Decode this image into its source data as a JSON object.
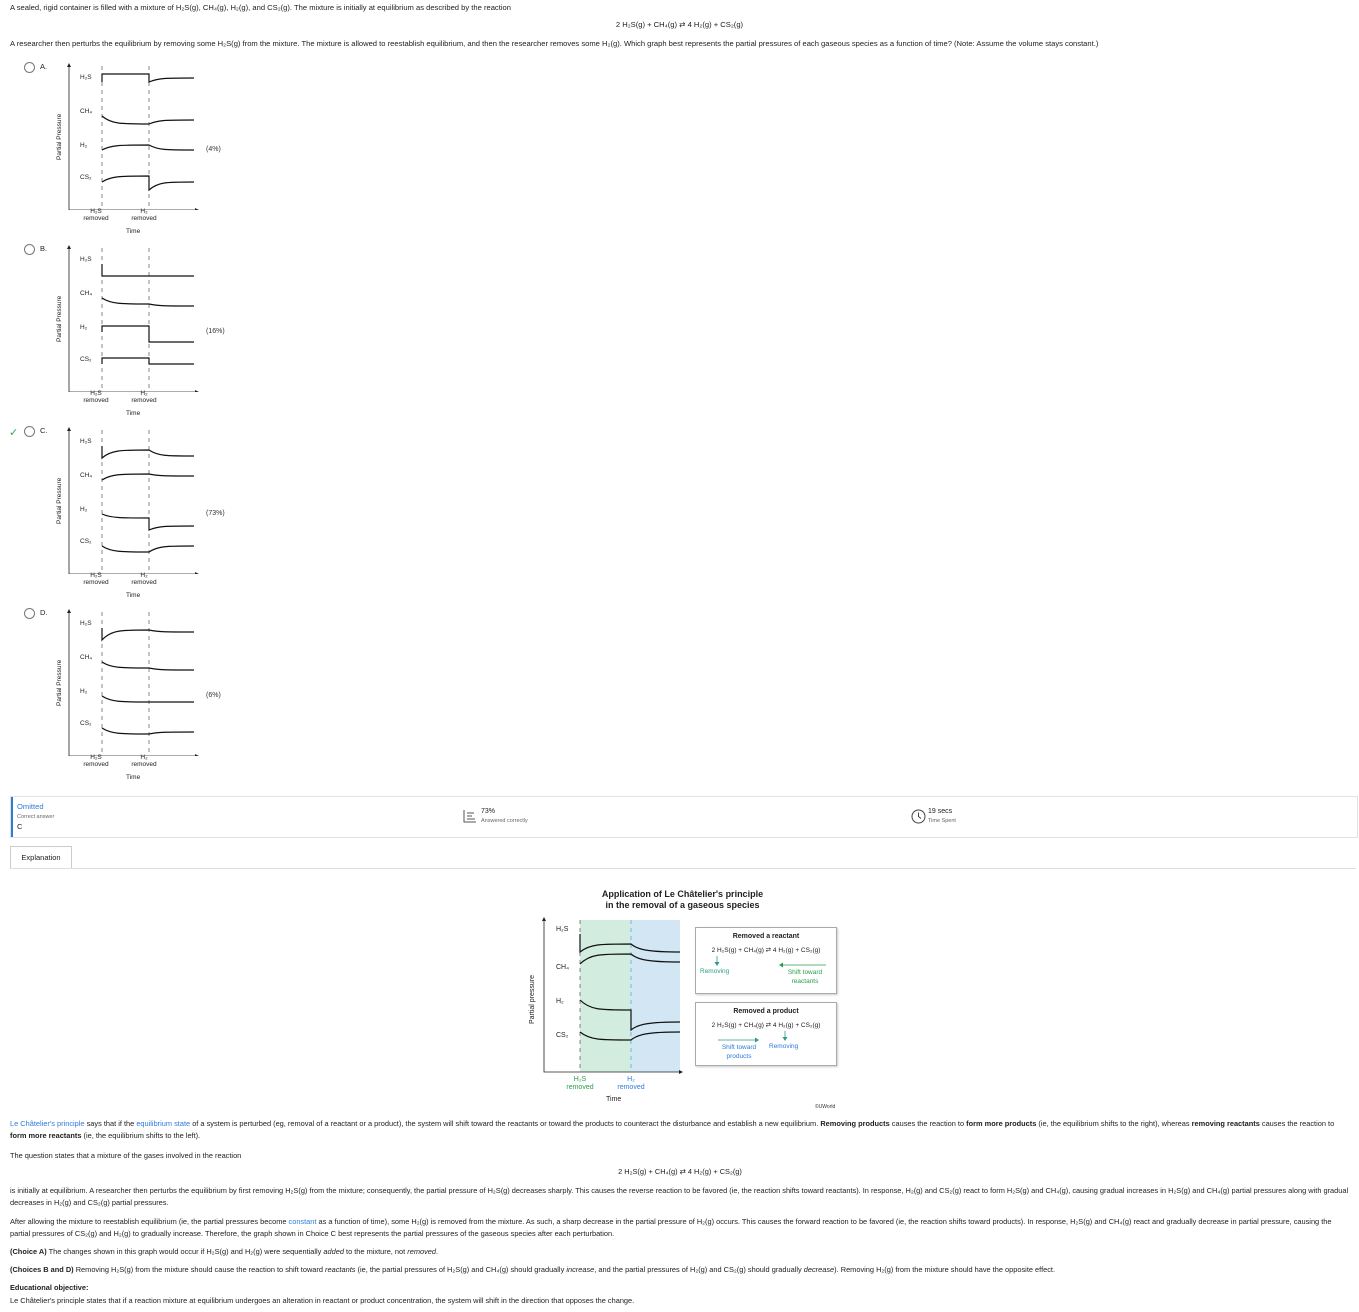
{
  "question": {
    "intro": "A sealed, rigid container is filled with a mixture of H₂S(g), CH₄(g), H₂(g), and CS₂(g).  The mixture is initially at equilibrium as described by the reaction",
    "reaction": "2 H₂S(g) + CH₄(g) ⇄ 4 H₂(g) + CS₂(g)",
    "prompt": "A researcher then perturbs the equilibrium by removing some H₂S(g) from the mixture.  The mixture is allowed to reestablish equilibrium, and then the researcher removes some H₂(g).  Which graph best represents the partial pressures of each gaseous species as a function of time? (Note: Assume the volume stays constant.)"
  },
  "graph_labels": {
    "y_axis": "Partial Pressure",
    "x_axis": "Time",
    "species": [
      "H₂S",
      "CH₄",
      "H₂",
      "CS₂"
    ],
    "event1": [
      "H₂S",
      "removed"
    ],
    "event2": [
      "H₂",
      "removed"
    ]
  },
  "options": [
    {
      "letter": "A.",
      "percent": "(4%)",
      "selected": false,
      "correct": false
    },
    {
      "letter": "B.",
      "percent": "(16%)",
      "selected": false,
      "correct": false
    },
    {
      "letter": "C.",
      "percent": "(73%)",
      "selected": false,
      "correct": true
    },
    {
      "letter": "D.",
      "percent": "(6%)",
      "selected": false,
      "correct": false
    }
  ],
  "status": {
    "result": "Omitted",
    "correct_label": "Correct answer",
    "correct_value": "C",
    "percent": "73%",
    "percent_label": "Answered correctly",
    "time": "19 secs",
    "time_label": "Time Spent"
  },
  "tabs": {
    "explanation": "Explanation"
  },
  "figure": {
    "title_line1": "Application of Le Châtelier's principle",
    "title_line2": "in the removal of a gaseous species",
    "y_axis": "Partial pressure",
    "x_axis": "Time",
    "species": [
      "H₂S",
      "CH₄",
      "H₂",
      "CS₂"
    ],
    "event1": [
      "H₂S",
      "removed"
    ],
    "event2": [
      "H₂",
      "removed"
    ],
    "box1_title": "Removed a reactant",
    "box1_eq": "2 H₂S(g) + CH₄(g) ⇄ 4 H₂(g) + CS₂(g)",
    "box1_left": "Removing",
    "box1_right": [
      "Shift toward",
      "reactants"
    ],
    "box2_title": "Removed a product",
    "box2_eq": "2 H₂S(g) + CH₄(g) ⇄ 4 H₂(g) + CS₂(g)",
    "box2_left": [
      "Shift toward",
      "products"
    ],
    "box2_right": "Removing",
    "logo": "©UWorld",
    "colors": {
      "green_region": "#d3ece0",
      "blue_region": "#d2e6f4",
      "dash": "#4aa3df"
    }
  },
  "explanation": {
    "p1_link1": "Le Châtelier's principle",
    "p1_a": " says that if the ",
    "p1_link2": "equilibrium state",
    "p1_b": " of a system is perturbed (eg, removal of a reactant or a product), the system will shift toward the reactants or toward the products to counteract the disturbance and establish a new equilibrium. ",
    "p1_bold1": "Removing products",
    "p1_c": " causes the reaction to ",
    "p1_bold2": "form more products",
    "p1_d": " (ie, the equilibrium shifts to the right), whereas ",
    "p1_bold3": "removing reactants",
    "p1_e": " causes the reaction to ",
    "p1_bold4": "form more reactants",
    "p1_f": " (ie, the equilibrium shifts to the left).",
    "p2": "The question states that a mixture of the gases involved in the reaction",
    "p2_eq": "2 H₂S(g) + CH₄(g) ⇄ 4 H₂(g) + CS₂(g)",
    "p3": "is initially at equilibrium.  A researcher then perturbs the equilibrium by first removing H₂S(g) from the mixture; consequently, the partial pressure of H₂S(g) decreases sharply.  This causes the reverse reaction to be favored (ie, the reaction shifts toward reactants).  In response, H₂(g) and CS₂(g) react to form H₂S(g) and CH₄(g), causing gradual increases in H₂S(g) and CH₄(g) partial pressures along with gradual decreases in H₂(g) and CS₂(g) partial pressures.",
    "p4_a": "After allowing the mixture to reestablish equilibrium (ie, the partial pressures become ",
    "p4_link": "constant",
    "p4_b": " as a function of time), some H₂(g) is removed from the mixture.  As such, a sharp decrease in the partial pressure of H₂(g) occurs.  This causes the forward reaction to be favored (ie, the reaction shifts toward products).  In response, H₂S(g) and CH₄(g) react and gradually decrease in partial pressure, causing the partial pressures of CS₂(g) and H₂(g) to gradually increase.  Therefore, the graph shown in Choice C best represents the partial pressures of the gaseous species after each perturbation.",
    "p5_label": "(Choice A)",
    "p5_a": "  The changes shown in this graph would occur if H₂S(g) and H₂(g) were sequentially ",
    "p5_i": "added",
    "p5_b": " to the mixture, not ",
    "p5_i2": "removed",
    "p5_c": ".",
    "p6_label": "(Choices B and D)",
    "p6_a": "  Removing H₂S(g) from the mixture should cause the reaction to shift toward ",
    "p6_i": "reactants",
    "p6_b": " (ie, the partial pressures of H₂S(g) and CH₄(g) should gradually ",
    "p6_i2": "increase",
    "p6_c": ", and the partial pressures of H₂(g) and CS₂(g) should gradually ",
    "p6_i3": "decrease",
    "p6_d": ").  Removing H₂(g) from the mixture should have the opposite effect.",
    "obj_label": "Educational objective:",
    "obj_text": "Le Châtelier's principle states that if a reaction mixture at equilibrium undergoes an alteration in reactant or product concentration, the system will shift in the direction that opposes the change."
  }
}
